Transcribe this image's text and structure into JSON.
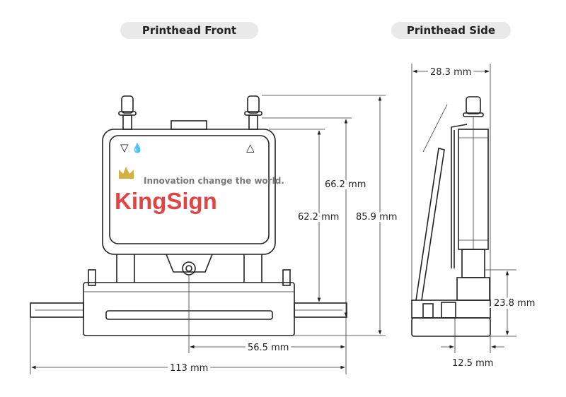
{
  "titles": {
    "front": "Printhead Front",
    "side": "Printhead Side"
  },
  "logo": {
    "brand": "KingSign",
    "tagline": "Innovation change the world.",
    "brand_color": "#e04545",
    "crown_color": "#d4b040"
  },
  "dimensions": {
    "front_height_total": "85.9 mm",
    "front_height_body": "66.2 mm",
    "front_height_inner": "62.2 mm",
    "front_half_width": "56.5 mm",
    "front_width": "113 mm",
    "side_width": "28.3 mm",
    "side_lower_height": "23.8 mm",
    "side_offset": "12.5 mm"
  }
}
